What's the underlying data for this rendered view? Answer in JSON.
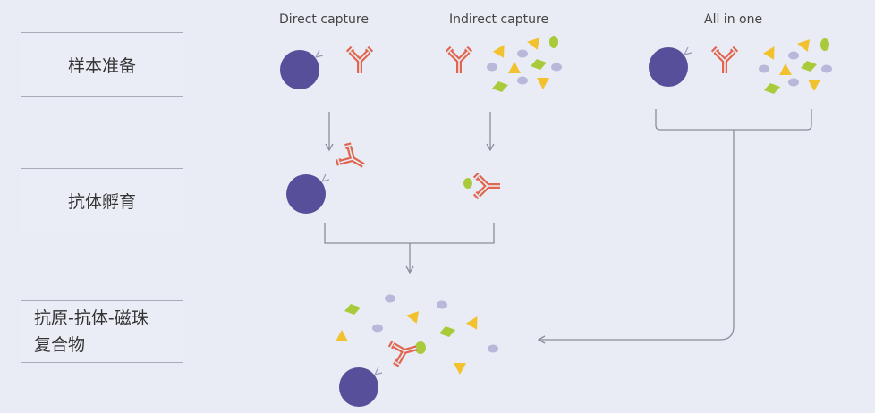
{
  "steps": {
    "sample_prep": "样本准备",
    "antibody_incubation": "抗体孵育",
    "complex_line1": "抗原-抗体-磁珠",
    "complex_line2": "复合物"
  },
  "columns": {
    "direct": "Direct capture",
    "indirect": "Indirect capture",
    "all_in_one": "All in one"
  },
  "colors": {
    "bead": "#574f9a",
    "antibody": "#e0664e",
    "oval": "#b7b8da",
    "triangle": "#f2c12e",
    "diamond": "#a9cb3b",
    "line": "#8b8e98"
  }
}
